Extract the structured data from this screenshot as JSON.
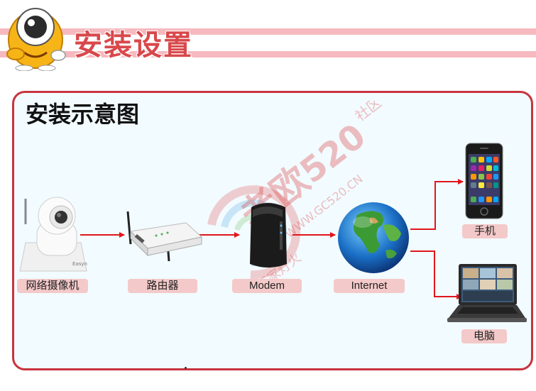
{
  "header": {
    "title": "安装设置"
  },
  "panel": {
    "title": "安装示意图"
  },
  "devices": [
    {
      "id": "camera",
      "label": "网络摄像机"
    },
    {
      "id": "router",
      "label": "路由器"
    },
    {
      "id": "modem",
      "label": "Modem"
    },
    {
      "id": "internet",
      "label": "Internet"
    },
    {
      "id": "phone",
      "label": "手机"
    },
    {
      "id": "laptop",
      "label": "电脑"
    }
  ],
  "watermark": {
    "text_main": "老欧",
    "text_num": "520",
    "text_side": "社区",
    "text_url": "WWW.GC520.CN",
    "text_bottom": "万家灯火"
  },
  "colors": {
    "accent": "#d8484b",
    "arrow": "#e0161c",
    "label_bg": "#f4c9c9",
    "panel_border": "#c8333d"
  }
}
